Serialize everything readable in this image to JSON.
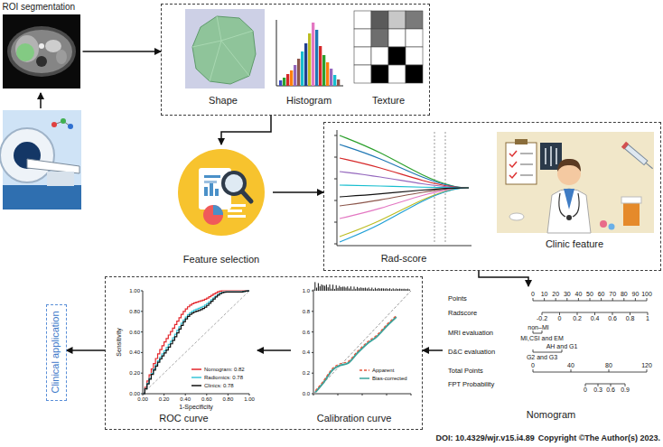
{
  "diagram": {
    "nodes": [
      {
        "text": [
          "ROI segmentation"
        ]
      },
      {
        "text": []
      },
      {
        "text": [
          "Shape"
        ],
        "in": 1
      },
      {
        "text": [
          "Histogram"
        ],
        "in": 1
      },
      {
        "text": [
          "Texture"
        ],
        "in": 1
      },
      {
        "text": [
          "Feature selection"
        ]
      },
      {
        "text": []
      },
      {
        "text": [
          "Rad-score"
        ],
        "in": 6
      },
      {
        "text": [
          "Clinic feature"
        ],
        "in": 6
      },
      {
        "text": [
          "Nomogram"
        ]
      },
      {
        "text": []
      },
      {
        "text": [
          "ROC curve"
        ],
        "in": 10
      },
      {
        "text": [
          "Calibration curve"
        ],
        "in": 10
      },
      {
        "text": [
          "Clinical application"
        ]
      }
    ],
    "edges": [
      {
        "from": 0,
        "to": 1,
        "arrow": "to"
      },
      {
        "from": 1,
        "to": 5,
        "arrow": "to"
      },
      {
        "from": 5,
        "to": 6,
        "arrow": "to"
      },
      {
        "from": 6,
        "to": 9,
        "arrow": "to"
      },
      {
        "from": 9,
        "to": 10,
        "arrow": "to"
      },
      {
        "from": 12,
        "to": 11,
        "arrow": "to"
      },
      {
        "from": 10,
        "to": 13,
        "arrow": "to"
      }
    ],
    "labels": [
      "Points",
      "0",
      "10",
      "20",
      "30",
      "40",
      "50",
      "60",
      "70",
      "80",
      "90",
      "100",
      "Radscore",
      "-0.2",
      "0",
      "0.2",
      "0.4",
      "0.6",
      "0.8",
      "1",
      "MRI evaluation",
      "non–MI",
      "MI,CSI and EM",
      "D&C evaluation",
      "AH and G1",
      "G2 and G3",
      "Total Points",
      "0",
      "40",
      "80",
      "120",
      "FPT Probability",
      "0",
      "0.3",
      "0.6",
      "0.9",
      "Sensitivity",
      "0.00",
      "0.20",
      "0.40",
      "0.60",
      "0.80",
      "1.00",
      "1-Specificity",
      "0.00",
      "0.20",
      "0.40",
      "0.60",
      "0.80",
      "1.00",
      "0.0",
      "0.2",
      "0.4",
      "0.6",
      "0.8",
      "1.0",
      "DOI: 10.4329/wjr.v15.i4.89",
      "Copyright ©The Author(s) 2023."
    ],
    "legend": [
      {
        "text": "Nomogram: 0.82"
      },
      {
        "text": "Radiomics: 0.78"
      },
      {
        "text": "Clinics: 0.78"
      },
      {
        "text": "Apparent"
      },
      {
        "text": "Bias-corrected"
      }
    ]
  }
}
